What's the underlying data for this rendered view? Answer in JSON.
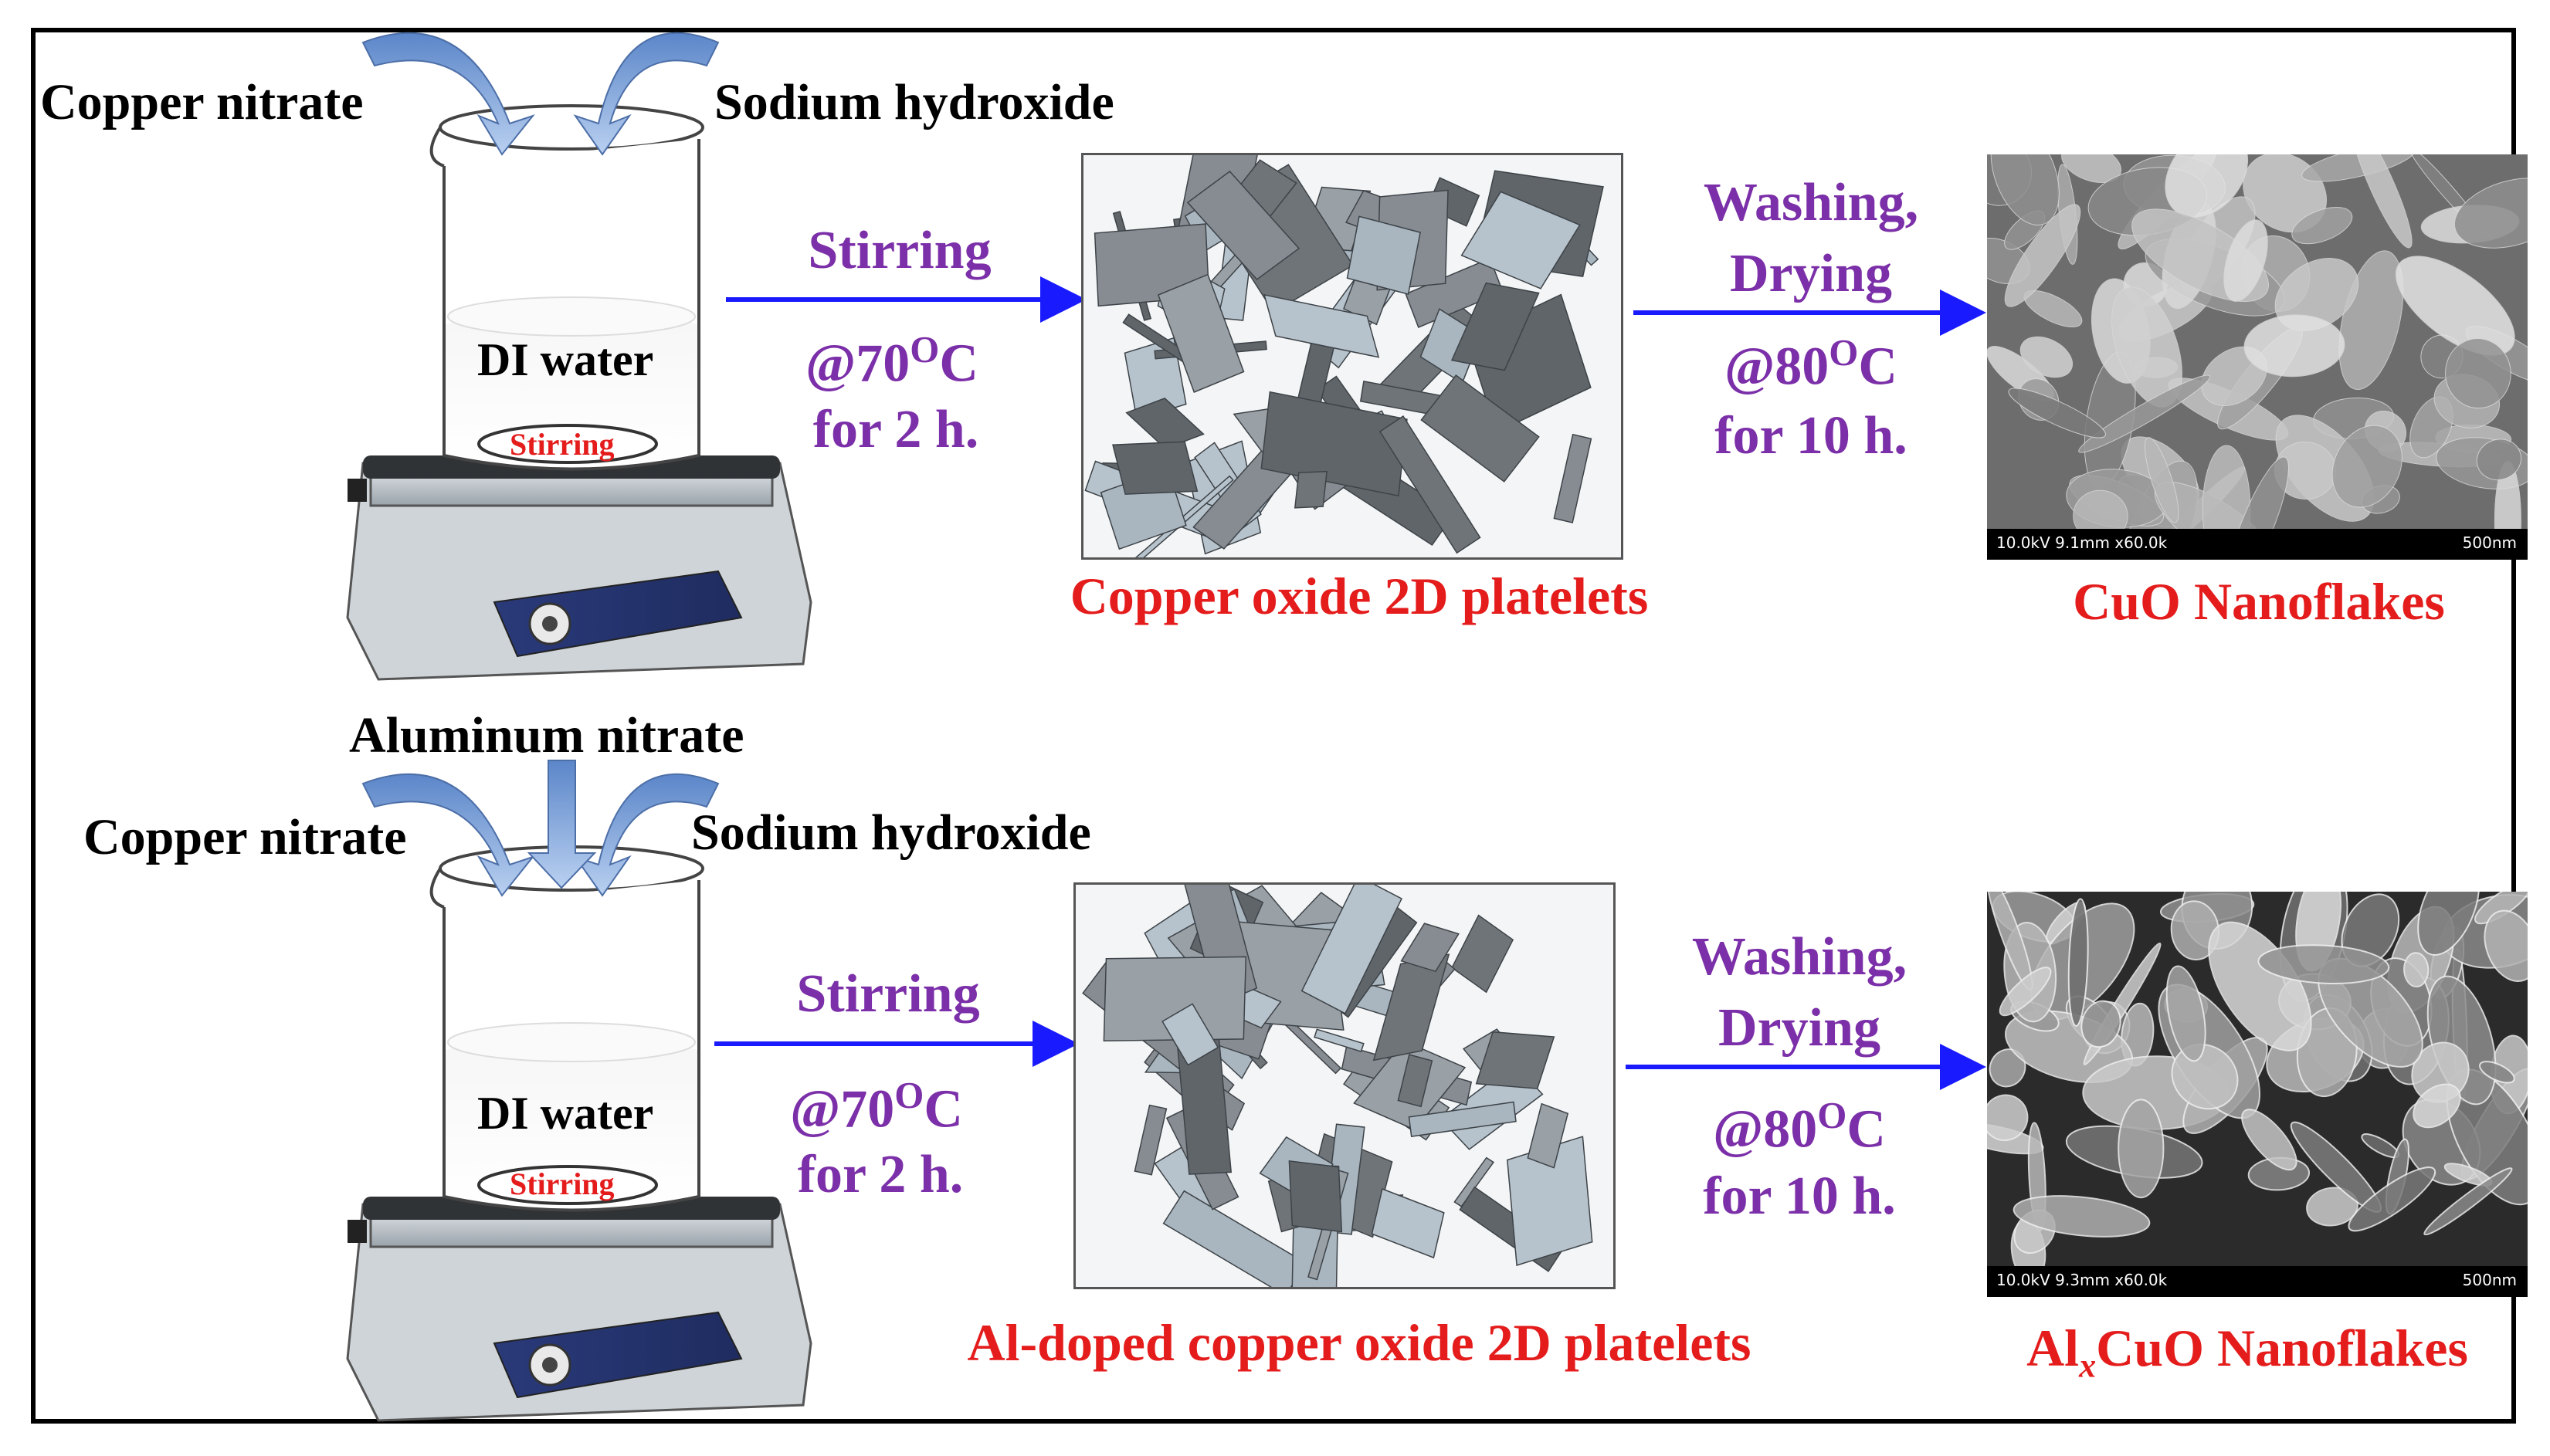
{
  "row1": {
    "input_left": "Copper nitrate",
    "input_right": "Sodium hydroxide",
    "beaker_content": "DI water",
    "stir_bar": "Stirring",
    "step1": {
      "action": "Stirring",
      "temp_prefix": "@70",
      "temp_sup": "O",
      "temp_unit": "C",
      "time": "for 2 h."
    },
    "intermediate": "Copper oxide 2D platelets",
    "step2": {
      "action_line1": "Washing,",
      "action_line2": "Drying",
      "temp_prefix": "@80",
      "temp_sup": "O",
      "temp_unit": "C",
      "time": "for 10 h."
    },
    "product": "CuO Nanoflakes",
    "sem_info": "10.0kV 9.1mm x60.0k",
    "sem_scale": "500nm"
  },
  "row2": {
    "input_top": "Aluminum nitrate",
    "input_left": "Copper nitrate",
    "input_right": "Sodium hydroxide",
    "beaker_content": "DI water",
    "stir_bar": "Stirring",
    "step1": {
      "action": "Stirring",
      "temp_prefix": "@70",
      "temp_sup": "O",
      "temp_unit": "C",
      "time": "for 2 h."
    },
    "intermediate": "Al-doped copper oxide 2D platelets",
    "step2": {
      "action_line1": "Washing,",
      "action_line2": "Drying",
      "temp_prefix": "@80",
      "temp_sup": "O",
      "temp_unit": "C",
      "time": "for 10 h."
    },
    "product_prefix": "Al",
    "product_sub": "x",
    "product_suffix": "CuO Nanoflakes",
    "sem_info": "10.0kV 9.3mm x60.0k",
    "sem_scale": "500nm"
  },
  "colors": {
    "arrow": "#1a1aff",
    "process_text": "#7b2fa8",
    "product_text": "#e41c1c",
    "flow_arrow": "#8fb4e3"
  }
}
